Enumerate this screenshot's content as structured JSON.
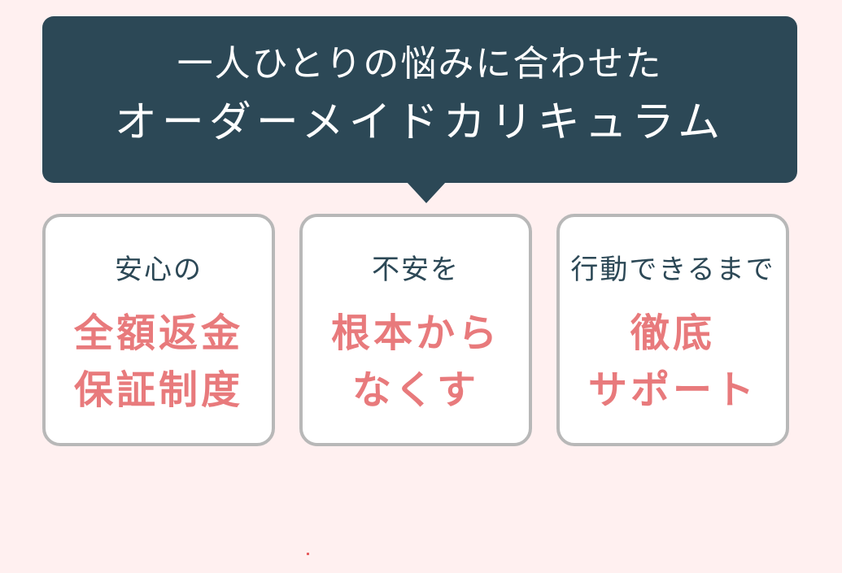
{
  "banner": {
    "line1": "一人ひとりの悩みに合わせた",
    "line2": "オーダーメイドカリキュラム"
  },
  "cards": [
    {
      "sub": "安心の",
      "main_line1": "全額返金",
      "main_line2": "保証制度"
    },
    {
      "sub": "不安を",
      "main_line1": "根本から",
      "main_line2": "なくす"
    },
    {
      "sub": "行動できるまで",
      "main_line1": "徹底",
      "main_line2": "サポート"
    }
  ],
  "colors": {
    "background": "#fff0f0",
    "banner": "#2c4856",
    "accent": "#e87a7c",
    "card_border": "#b8b8b8"
  }
}
